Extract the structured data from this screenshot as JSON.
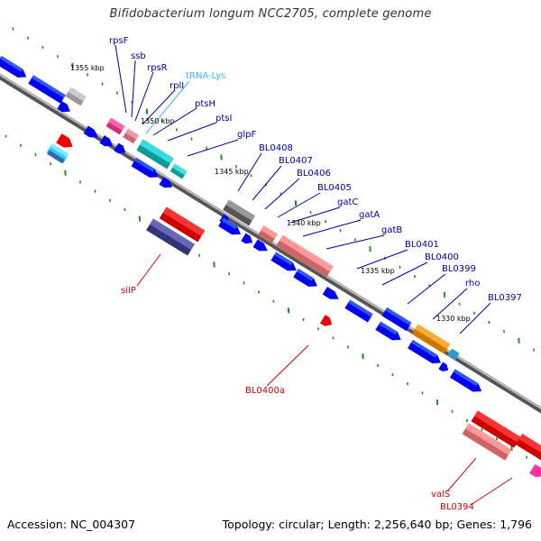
{
  "title": "Bifidobacterium longum NCC2705, complete genome",
  "footer": {
    "accession": "Accession: NC_004307",
    "summary": "Topology: circular; Length: 2,256,640 bp; Genes: 1,796"
  },
  "colors": {
    "forward": "#0000ff",
    "rna": "#33ccff",
    "backbone": "#808080",
    "tick": "#228b22",
    "label_blue": "#000099",
    "label_red": "#cc0000",
    "label_cyan": "#33bbee"
  },
  "kbp_labels": [
    "1355 kbp",
    "1350 kbp",
    "1345 kbp",
    "1340 kbp",
    "1335 kbp",
    "1330 kbp"
  ],
  "blue_labels": [
    "rpsF",
    "ssb",
    "rpsR",
    "rplI",
    "tRNA-Lys",
    "ptsH",
    "ptsI",
    "glpF",
    "BL0408",
    "BL0407",
    "BL0406",
    "BL0405",
    "gatC",
    "gatA",
    "gatB",
    "BL0401",
    "BL0400",
    "BL0399",
    "rho",
    "BL0397"
  ],
  "red_labels": [
    "silP",
    "BL0400a",
    "valS",
    "BL0394"
  ]
}
